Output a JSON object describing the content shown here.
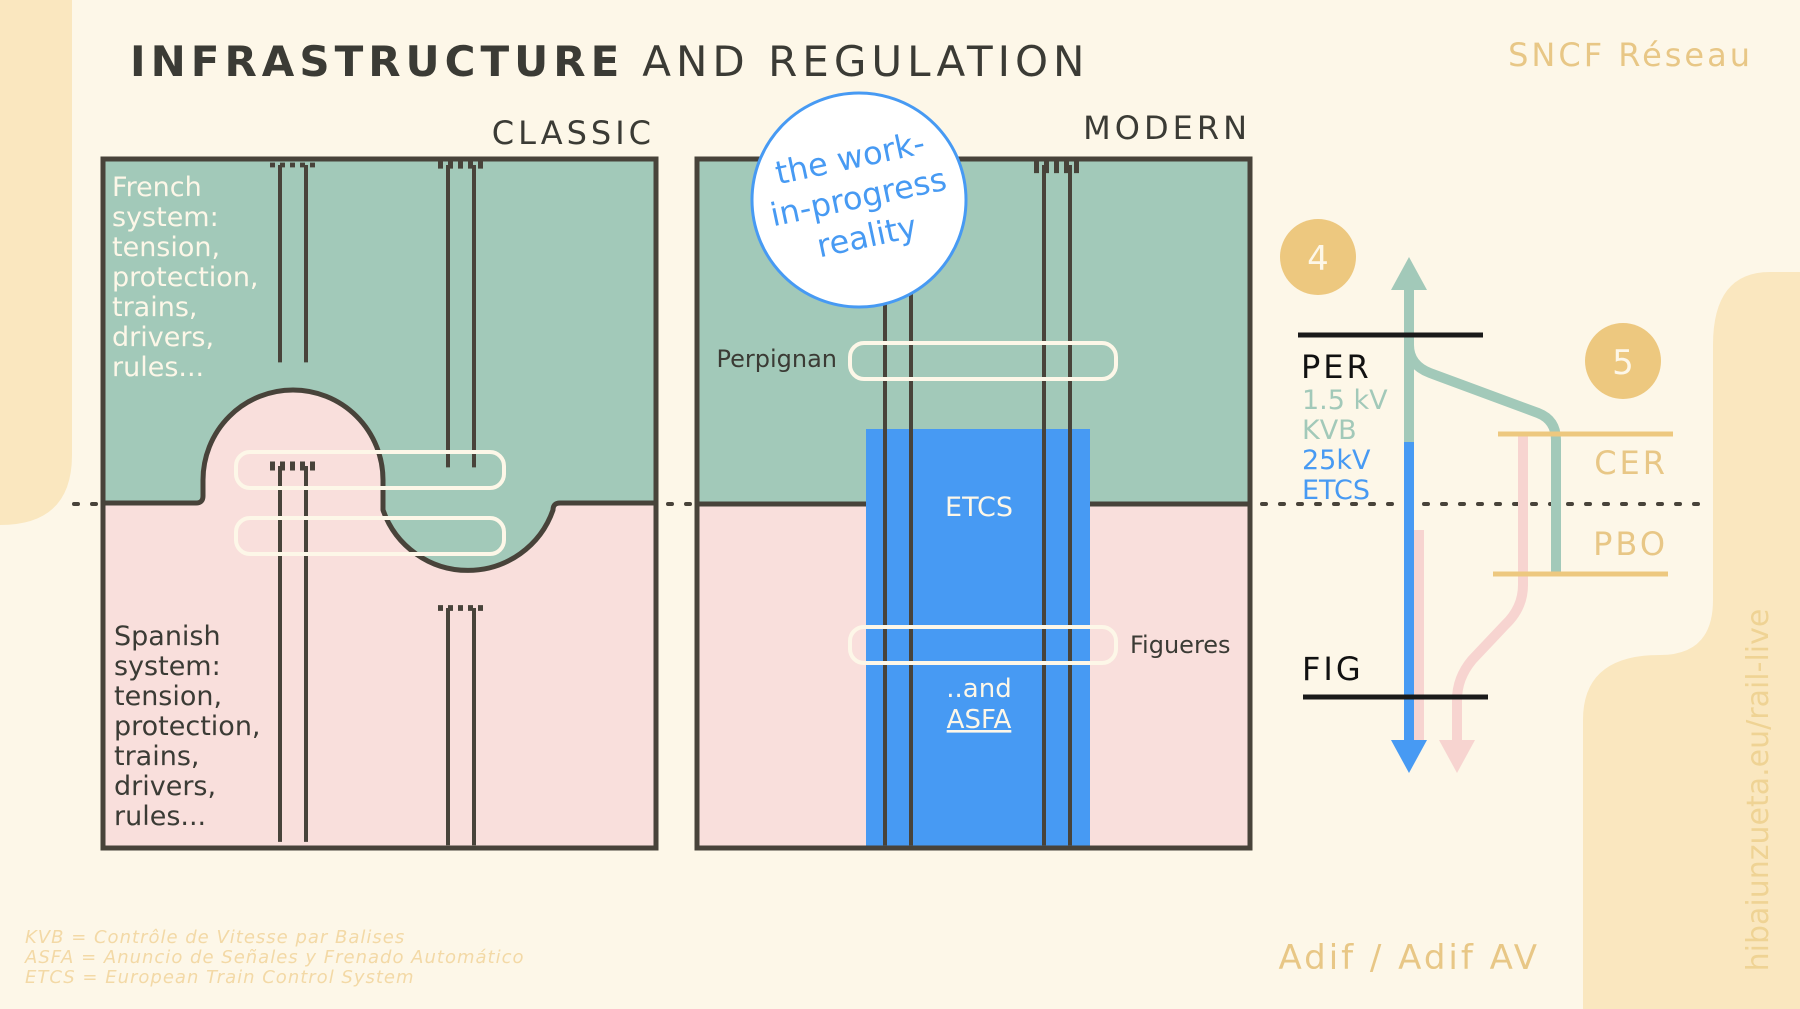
{
  "header": {
    "title_bold": "INFRASTRUCTURE",
    "title_rest": "AND REGULATION",
    "operator_fr": "SNCF Réseau",
    "operator_es": "Adif / Adif AV",
    "credit": "hibaiunzueta.eu/rail-live"
  },
  "panels": {
    "classic": {
      "title": "CLASSIC",
      "french": [
        "French",
        "system:",
        "tension,",
        "protection,",
        "trains,",
        "drivers,",
        "rules..."
      ],
      "spanish": [
        "Spanish",
        "system:",
        "tension,",
        "protection,",
        "trains,",
        "drivers,",
        "rules..."
      ]
    },
    "modern": {
      "title": "MODERN",
      "badge": [
        "the work-",
        "in-progress",
        "reality"
      ],
      "perpignan": "Perpignan",
      "figueres": "Figueres",
      "etcs": "ETCS",
      "and": "..and",
      "asfa": "ASFA"
    }
  },
  "profile": {
    "marker_4": "4",
    "marker_5": "5",
    "per": "PER",
    "per_voltage": "1.5 kV",
    "per_protection": "KVB",
    "new_voltage": "25kV",
    "new_protection": "ETCS",
    "fig": "FIG",
    "cer": "CER",
    "pbo": "PBO"
  },
  "legend": [
    "KVB = Contrôle de Vitesse par Balises",
    "ASFA = Anuncio de Señales y Frenado Automático",
    "ETCS = European Train Control System"
  ],
  "colors": {
    "background": "#fdf7e8",
    "france_green": "#a2c9b9",
    "spain_pink": "#f9dfdc",
    "etcs_blue": "#479af3",
    "gold": "#edc87f",
    "gold_text": "#e8c786",
    "dark": "#48433a",
    "pink_line": "#f7d4d0"
  }
}
